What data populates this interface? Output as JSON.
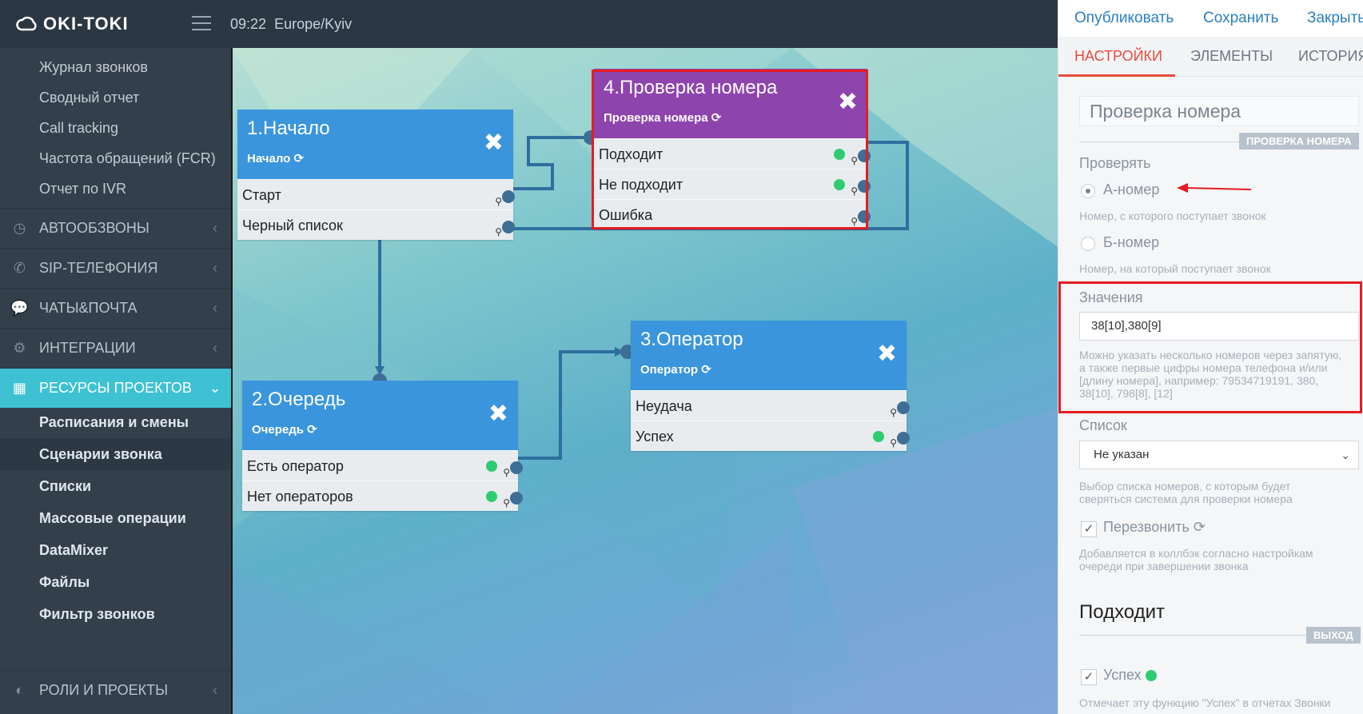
{
  "header": {
    "logo": "OKI-TOKI",
    "time": "09:22",
    "timezone": "Europe/Kyiv"
  },
  "sidebar": {
    "links": [
      "Журнал звонков",
      "Сводный отчет",
      "Call tracking",
      "Частота обращений (FCR)",
      "Отчет по IVR"
    ],
    "sections": [
      {
        "label": "АВТООБЗВОНЫ",
        "icon": "clock-icon"
      },
      {
        "label": "SIP-ТЕЛЕФОНИЯ",
        "icon": "phone-icon"
      },
      {
        "label": "ЧАТЫ&ПОЧТА",
        "icon": "chat-icon"
      },
      {
        "label": "ИНТЕГРАЦИИ",
        "icon": "gears-icon"
      },
      {
        "label": "РЕСУРСЫ ПРОЕКТОВ",
        "icon": "grid-icon"
      }
    ],
    "sublinks": [
      "Расписания и смены",
      "Сценарии звонка",
      "Списки",
      "Массовые операции",
      "DataMixer",
      "Файлы",
      "Фильтр звонков"
    ],
    "bottom_section": {
      "label": "РОЛИ И ПРОЕКТЫ",
      "icon": "toggle-icon"
    }
  },
  "nodes": {
    "start": {
      "title": "1.Начало",
      "subtitle": "Начало",
      "rows": [
        "Старт",
        "Черный список"
      ]
    },
    "check": {
      "title": "4.Проверка номера",
      "subtitle": "Проверка номера",
      "rows": [
        "Подходит",
        "Не подходит",
        "Ошибка"
      ]
    },
    "queue": {
      "title": "2.Очередь",
      "subtitle": "Очередь",
      "rows": [
        "Есть оператор",
        "Нет операторов"
      ]
    },
    "operator": {
      "title": "3.Оператор",
      "subtitle": "Оператор",
      "rows": [
        "Неудача",
        "Успех"
      ]
    }
  },
  "panel": {
    "actions": {
      "publish": "Опубликовать",
      "save": "Сохранить",
      "close": "Закрыть"
    },
    "tabs": [
      "НАСТРОЙКИ",
      "ЭЛЕМЕНТЫ",
      "ИСТОРИЯ"
    ],
    "name_value": "Проверка номера",
    "name_tag": "ПРОВЕРКА НОМЕРА",
    "check_label": "Проверять",
    "option_a": "А-номер",
    "option_a_help": "Номер, с которого поступает звонок",
    "option_b": "Б-номер",
    "option_b_help": "Номер, на который поступает звонок",
    "values_label": "Значения",
    "values_value": "38[10],380[9]",
    "values_help": "Можно указать несколько номеров через запятую, а также первые цифры номера телефона и/или [длину номера], например: 79534719191, 380, 38[10], 798[8], [12]",
    "list_label": "Список",
    "list_value": "Не указан",
    "list_help": "Выбор списка номеров, с которым будет сверяться система для проверки номера",
    "recall_label": "Перезвонить",
    "recall_help": "Добавляется в коллбэк согласно настройкам очереди при завершении звонка",
    "match_title": "Подходит",
    "match_tag": "ВЫХОД",
    "success_label": "Успех",
    "success_help": "Отмечает эту функцию \"Успех\" в отчетах Звонки"
  },
  "colors": {
    "topbar": "#2c3744",
    "sidebar": "#343f4c",
    "accent_cyan": "#3ec1d3",
    "node_blue": "#3a95dc",
    "node_purple": "#8e44ad",
    "highlight_red": "#e51c23",
    "link_blue": "#2a7fc1"
  }
}
